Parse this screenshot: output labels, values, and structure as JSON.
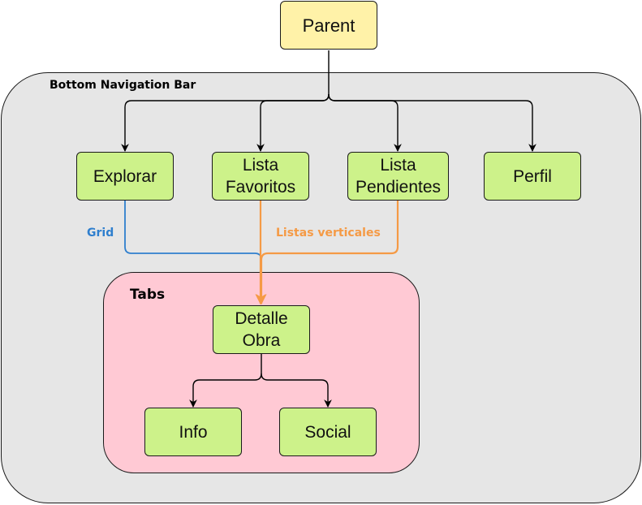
{
  "containers": {
    "bottom_nav": {
      "label": "Bottom Navigation Bar"
    },
    "tabs": {
      "label": "Tabs"
    }
  },
  "nodes": {
    "parent": "Parent",
    "explorar": "Explorar",
    "lista_favoritos": "Lista\nFavoritos",
    "lista_pendientes": "Lista\nPendientes",
    "perfil": "Perfil",
    "detalle_obra": "Detalle\nObra",
    "info": "Info",
    "social": "Social"
  },
  "edge_labels": {
    "grid": "Grid",
    "listas_verticales": "Listas verticales"
  },
  "colors": {
    "node_fill": "#cdf28a",
    "parent_fill": "#fff2a8",
    "nav_container_fill": "#e6e6e6",
    "tabs_container_fill": "#ffc9d4",
    "grid_edge": "#2f7fce",
    "listas_edge": "#f59a45",
    "default_edge": "#000000"
  }
}
